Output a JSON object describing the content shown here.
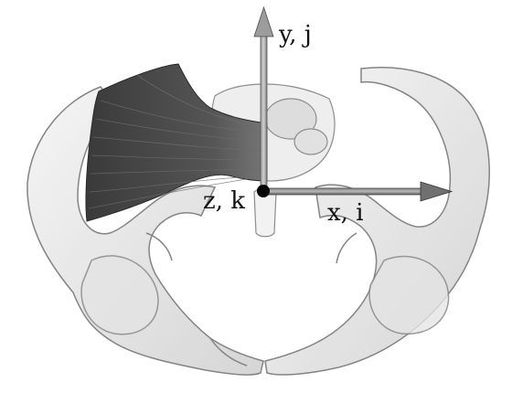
{
  "figure": {
    "subject": "pelvis-with-muscle-and-coordinate-axes",
    "labels": {
      "y_axis": "y, j",
      "x_axis": "x, i",
      "z_axis": "z, k"
    },
    "colors": {
      "bone_fill": "#e8e8e8",
      "bone_stroke": "#6f6f6f",
      "muscle_fill": "#4a4a4a",
      "muscle_highlight": "#8a8a8a",
      "axis_gray": "#7a7a7a",
      "origin": "#000000"
    },
    "icons": {
      "muscle": "muscle-fan-icon",
      "origin": "origin-dot-icon"
    }
  }
}
